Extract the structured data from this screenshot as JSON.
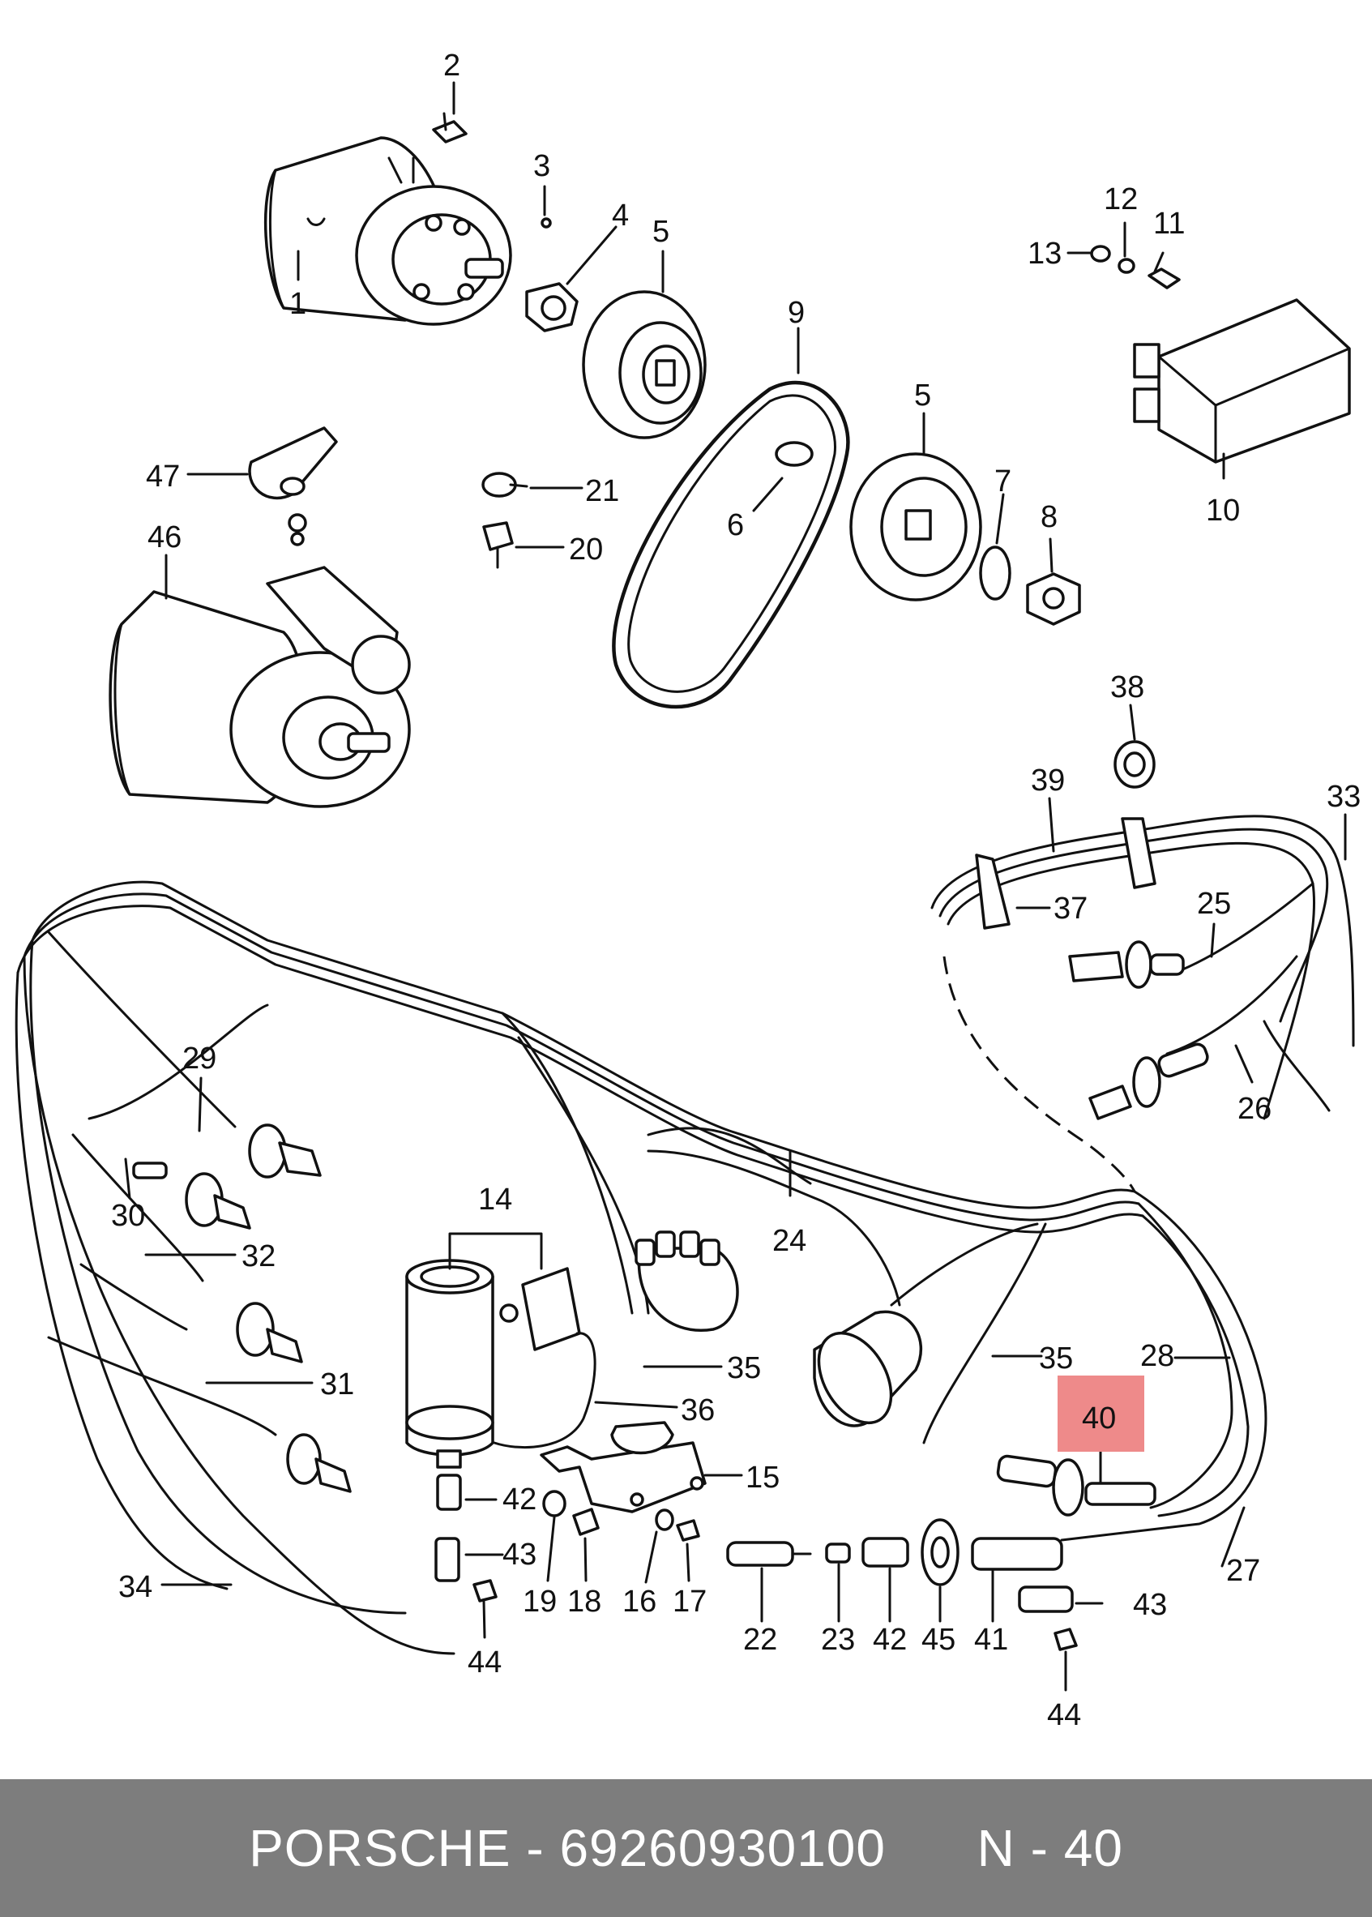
{
  "labels": {
    "l1": "1",
    "l2": "2",
    "l3": "3",
    "l4": "4",
    "l5a": "5",
    "l5b": "5",
    "l6": "6",
    "l7": "7",
    "l8": "8",
    "l9": "9",
    "l10": "10",
    "l11": "11",
    "l12": "12",
    "l13": "13",
    "l14": "14",
    "l15": "15",
    "l16": "16",
    "l17": "17",
    "l18": "18",
    "l19": "19",
    "l20": "20",
    "l21": "21",
    "l22": "22",
    "l23": "23",
    "l24": "24",
    "l25": "25",
    "l26": "26",
    "l27": "27",
    "l28": "28",
    "l29": "29",
    "l30": "30",
    "l31": "31",
    "l32": "32",
    "l33": "33",
    "l34": "34",
    "l35a": "35",
    "l35b": "35",
    "l36": "36",
    "l37": "37",
    "l38": "38",
    "l39": "39",
    "l40": "40",
    "l41": "41",
    "l42a": "42",
    "l42b": "42",
    "l43a": "43",
    "l43b": "43",
    "l44a": "44",
    "l44b": "44",
    "l45": "45",
    "l46": "46",
    "l47": "47"
  },
  "highlight": {
    "color": "#ee8a8a"
  },
  "footer": {
    "brand": "PORSCHE",
    "separator": " - ",
    "part_number": "69260930100",
    "gap": "      ",
    "ref": "N - 40"
  }
}
